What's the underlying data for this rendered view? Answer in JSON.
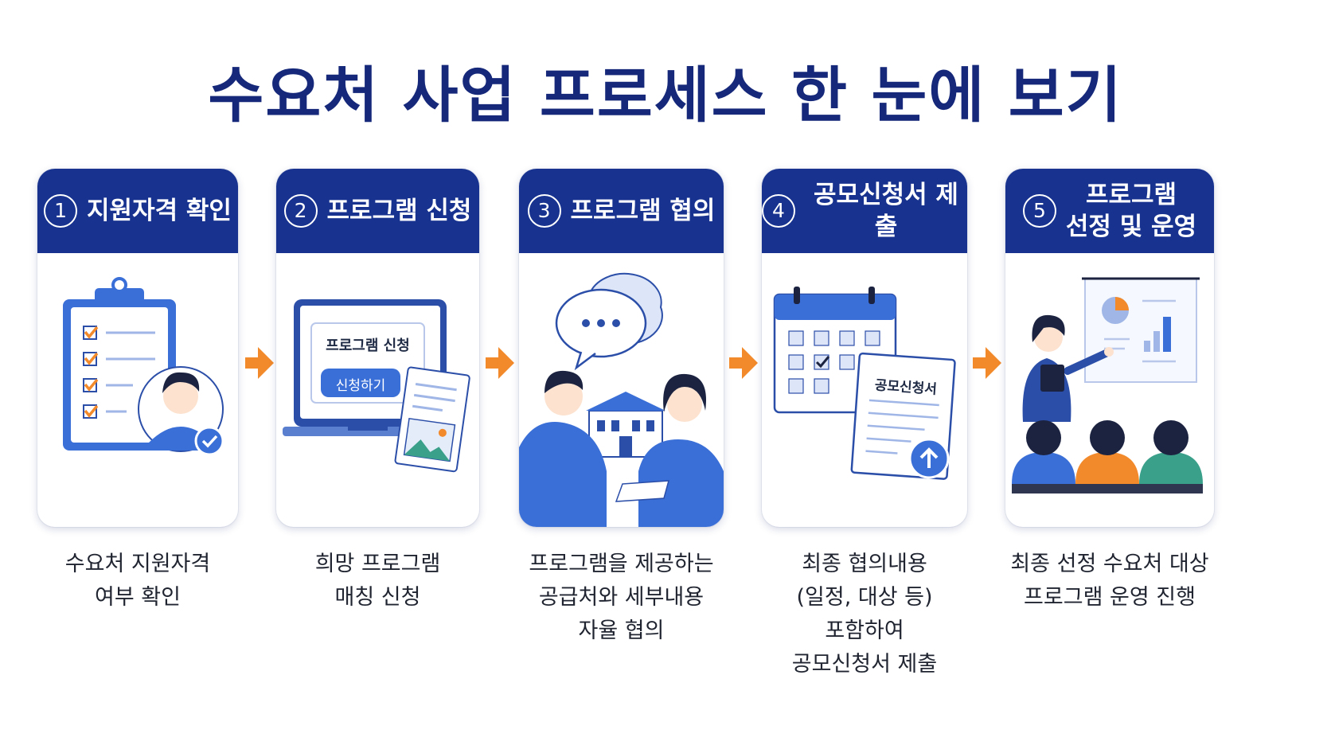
{
  "title": "수요처 사업 프로세스 한 눈에 보기",
  "colors": {
    "primary": "#17328f",
    "title": "#15287a",
    "accent": "#f28a2b",
    "illustration_blue": "#3a6fd8"
  },
  "steps": [
    {
      "number": "1",
      "title": "지원자격 확인",
      "illustration": "clipboard-checklist-person-icon",
      "description": "수요처 지원자격\n여부 확인"
    },
    {
      "number": "2",
      "title": "프로그램 신청",
      "illustration": "laptop-application-icon",
      "screen_title": "프로그램 신청",
      "screen_button": "신청하기",
      "description": "희망 프로그램\n매칭 신청"
    },
    {
      "number": "3",
      "title": "프로그램 협의",
      "illustration": "meeting-discussion-icon",
      "description": "프로그램을 제공하는\n공급처와 세부내용\n자율 협의"
    },
    {
      "number": "4",
      "title": "공모신청서 제출",
      "illustration": "calendar-document-upload-icon",
      "doc_label": "공모신청서",
      "description": "최종 협의내용\n(일정, 대상 등)\n포함하여\n공모신청서 제출"
    },
    {
      "number": "5",
      "title": "프로그램\n선정 및 운영",
      "illustration": "presentation-audience-icon",
      "description": "최종 선정 수요처 대상\n프로그램 운영 진행"
    }
  ]
}
